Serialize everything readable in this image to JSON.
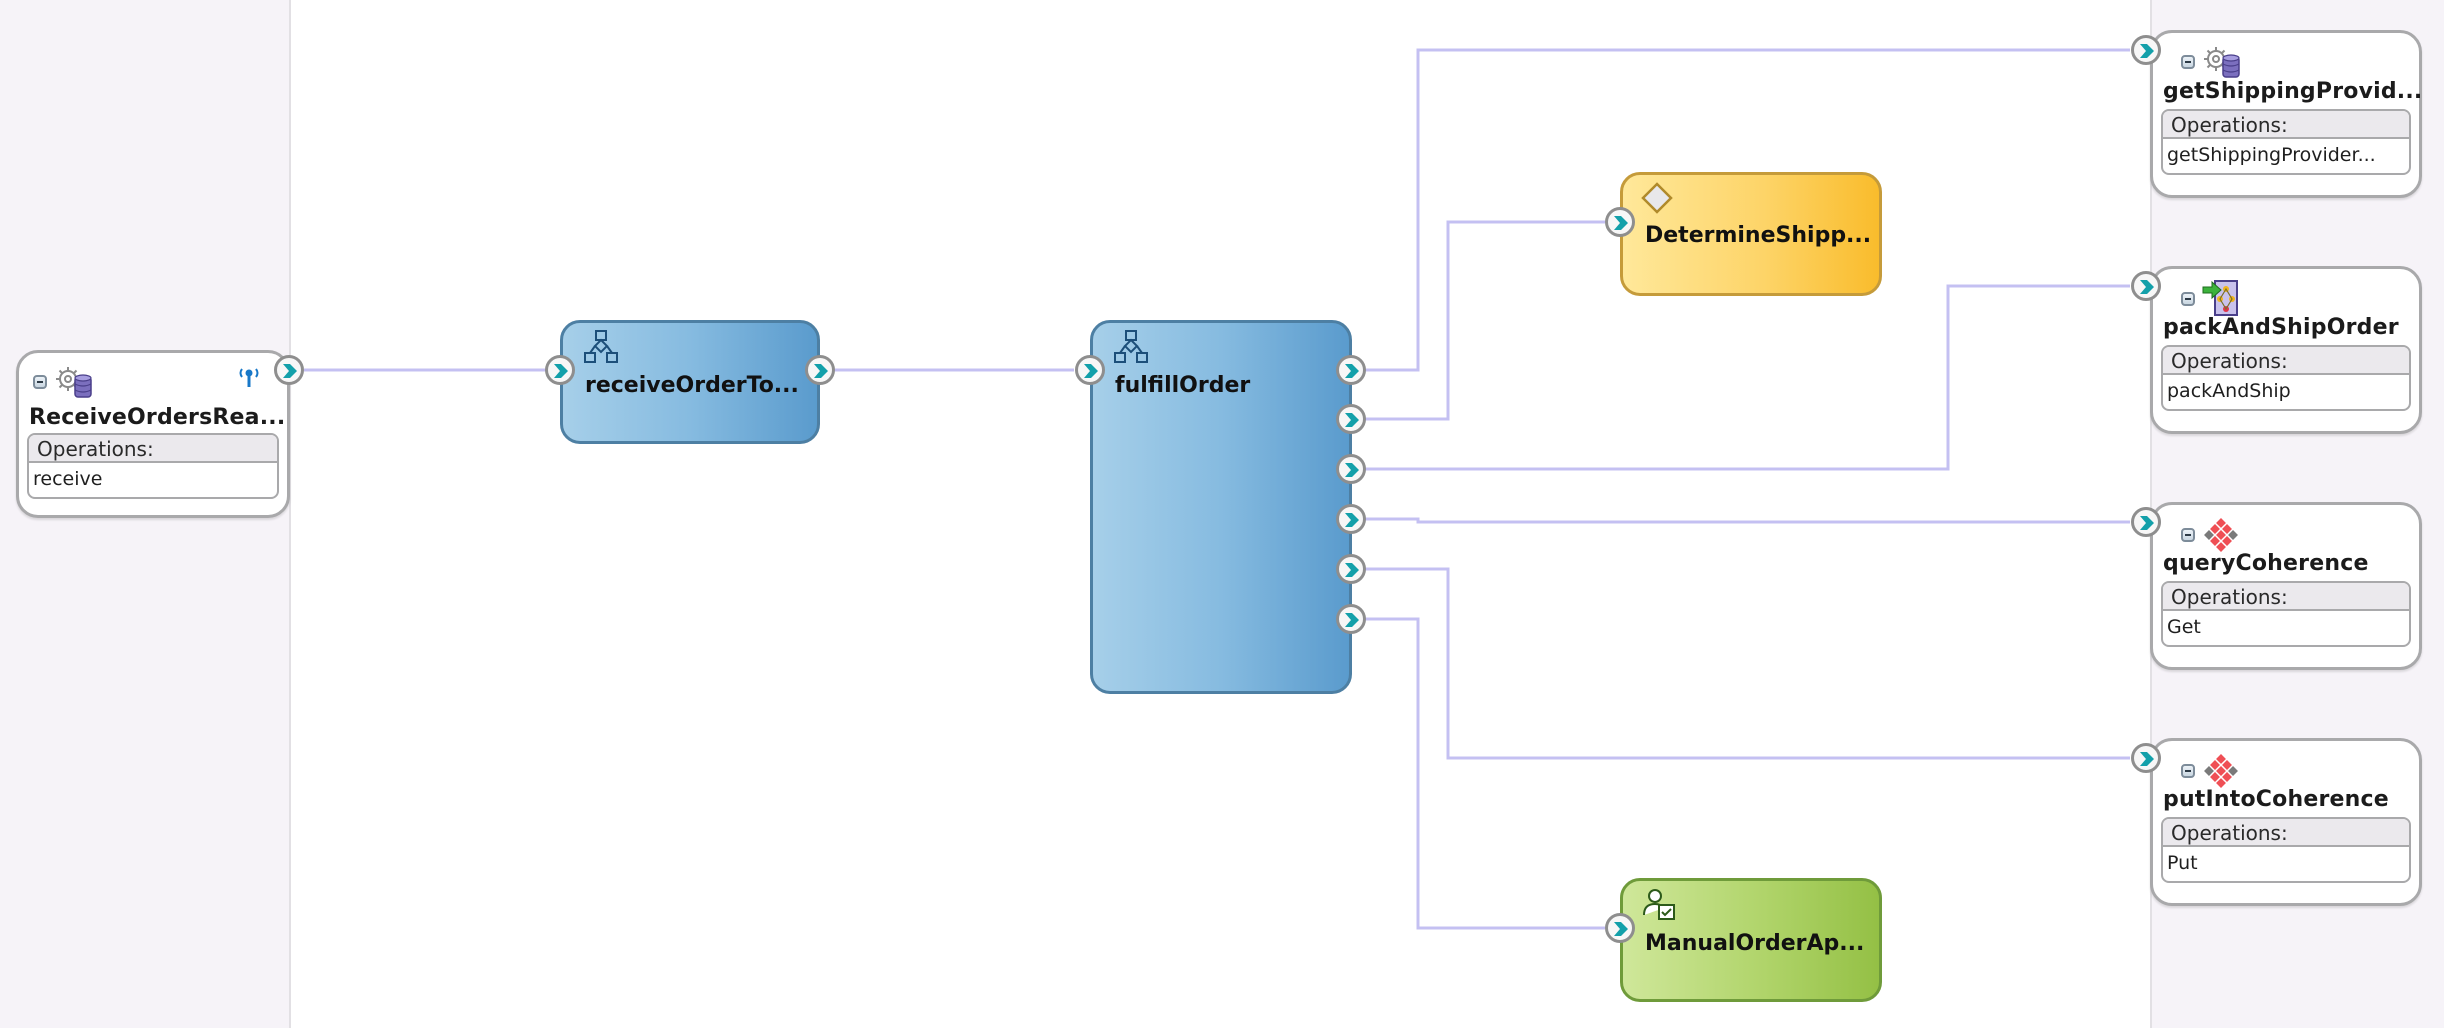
{
  "canvas": {
    "lanes": [
      "exposed-services",
      "components",
      "external-references"
    ]
  },
  "colors": {
    "wire": "#c4c0f2",
    "port_chevron": "#13a0aa",
    "bpel_border": "#4d7fa3",
    "rule_fill": "#fdd468",
    "human_fill": "#b0d46a",
    "lane_bg": "#f6f3f8"
  },
  "services": [
    {
      "id": "ReceiveOrdersRea",
      "title": "ReceiveOrdersRea...",
      "icon": "adapter-gear-db-icon",
      "badge_icon": "antenna-icon",
      "operations_label": "Operations:",
      "operation": "receive"
    }
  ],
  "components": [
    {
      "id": "receiveOrderTo",
      "title": "receiveOrderTo...",
      "type": "bpel",
      "icon": "bpel-process-icon"
    },
    {
      "id": "fulfillOrder",
      "title": "fulfillOrder",
      "type": "bpel",
      "icon": "bpel-process-icon"
    },
    {
      "id": "DetermineShipp",
      "title": "DetermineShipp...",
      "type": "business-rule",
      "icon": "diamond-rule-icon"
    },
    {
      "id": "ManualOrderAp",
      "title": "ManualOrderAp...",
      "type": "human-task",
      "icon": "human-task-icon"
    }
  ],
  "references": [
    {
      "id": "getShippingProvid",
      "title": "getShippingProvid...",
      "icon": "adapter-gear-db-icon",
      "operations_label": "Operations:",
      "operation": "getShippingProvider..."
    },
    {
      "id": "packAndShipOrder",
      "title": "packAndShipOrder",
      "icon": "composite-mediator-icon",
      "operations_label": "Operations:",
      "operation": "packAndShip"
    },
    {
      "id": "queryCoherence",
      "title": "queryCoherence",
      "icon": "coherence-adapter-icon",
      "operations_label": "Operations:",
      "operation": "Get"
    },
    {
      "id": "putIntoCoherence",
      "title": "putIntoCoherence",
      "icon": "coherence-adapter-icon",
      "operations_label": "Operations:",
      "operation": "Put"
    }
  ],
  "wires": [
    {
      "from": "ReceiveOrdersRea",
      "to": "receiveOrderTo"
    },
    {
      "from": "receiveOrderTo",
      "to": "fulfillOrder"
    },
    {
      "from": "fulfillOrder",
      "to": "getShippingProvid"
    },
    {
      "from": "fulfillOrder",
      "to": "DetermineShipp"
    },
    {
      "from": "fulfillOrder",
      "to": "packAndShipOrder"
    },
    {
      "from": "fulfillOrder",
      "to": "queryCoherence"
    },
    {
      "from": "fulfillOrder",
      "to": "putIntoCoherence"
    },
    {
      "from": "fulfillOrder",
      "to": "ManualOrderAp"
    }
  ]
}
